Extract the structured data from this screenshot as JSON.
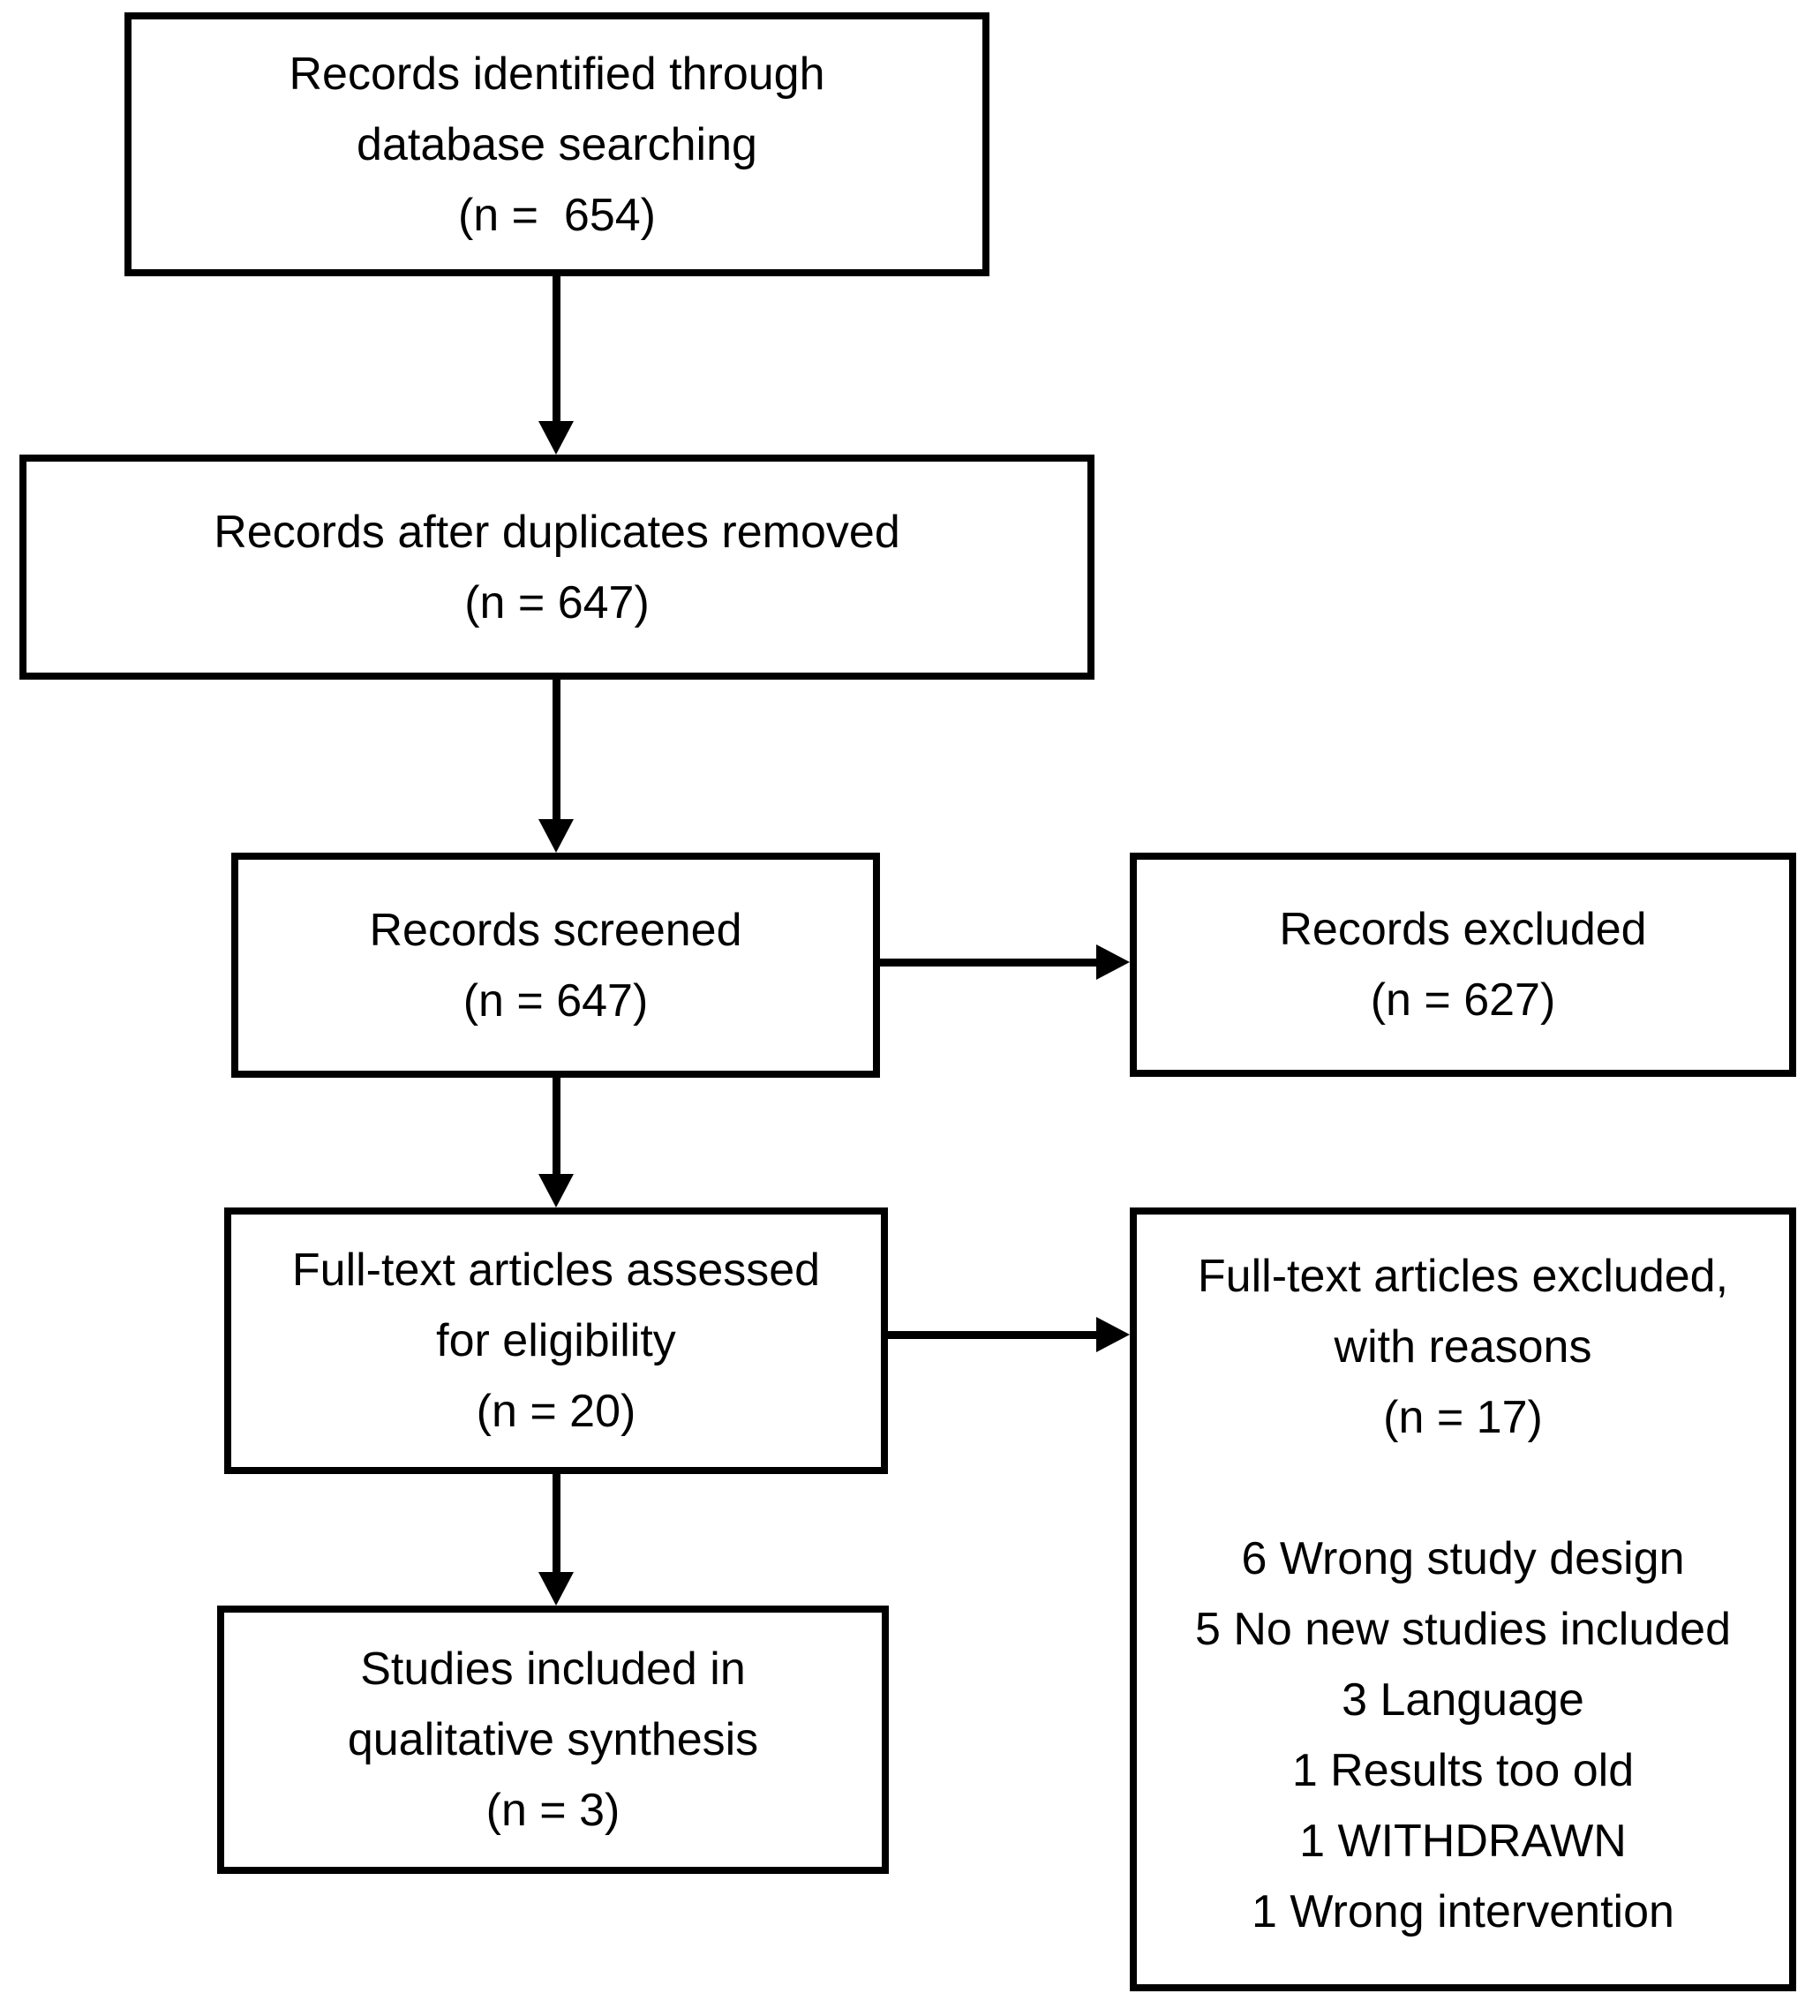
{
  "figure": {
    "type": "prisma-flow-diagram",
    "background_color": "#ffffff",
    "line_color": "#000000",
    "boxes": {
      "identified": {
        "label": "Records identified through\ndatabase searching\n(n =  654)",
        "n": 654
      },
      "deduplicated": {
        "label": "Records after duplicates removed\n(n = 647)",
        "n": 647
      },
      "screened": {
        "label": "Records screened\n(n = 647)",
        "n": 647
      },
      "records_excluded": {
        "label": "Records excluded\n(n = 627)",
        "n": 627
      },
      "fulltext_assessed": {
        "label": "Full-text articles assessed\nfor eligibility\n(n = 20)",
        "n": 20
      },
      "fulltext_excluded": {
        "label": "Full-text articles excluded,\nwith reasons\n(n = 17)\n\n6 Wrong study design\n5 No new studies included\n3 Language\n1 Results too old\n1 WITHDRAWN\n1 Wrong intervention",
        "n": 17,
        "reasons": [
          {
            "n": 6,
            "reason": "Wrong study design"
          },
          {
            "n": 5,
            "reason": "No new studies included"
          },
          {
            "n": 3,
            "reason": "Language"
          },
          {
            "n": 1,
            "reason": "Results too old"
          },
          {
            "n": 1,
            "reason": "WITHDRAWN"
          },
          {
            "n": 1,
            "reason": "Wrong intervention"
          }
        ]
      },
      "included_qualitative": {
        "label": "Studies included in\nqualitative synthesis\n(n = 3)",
        "n": 3
      }
    }
  }
}
